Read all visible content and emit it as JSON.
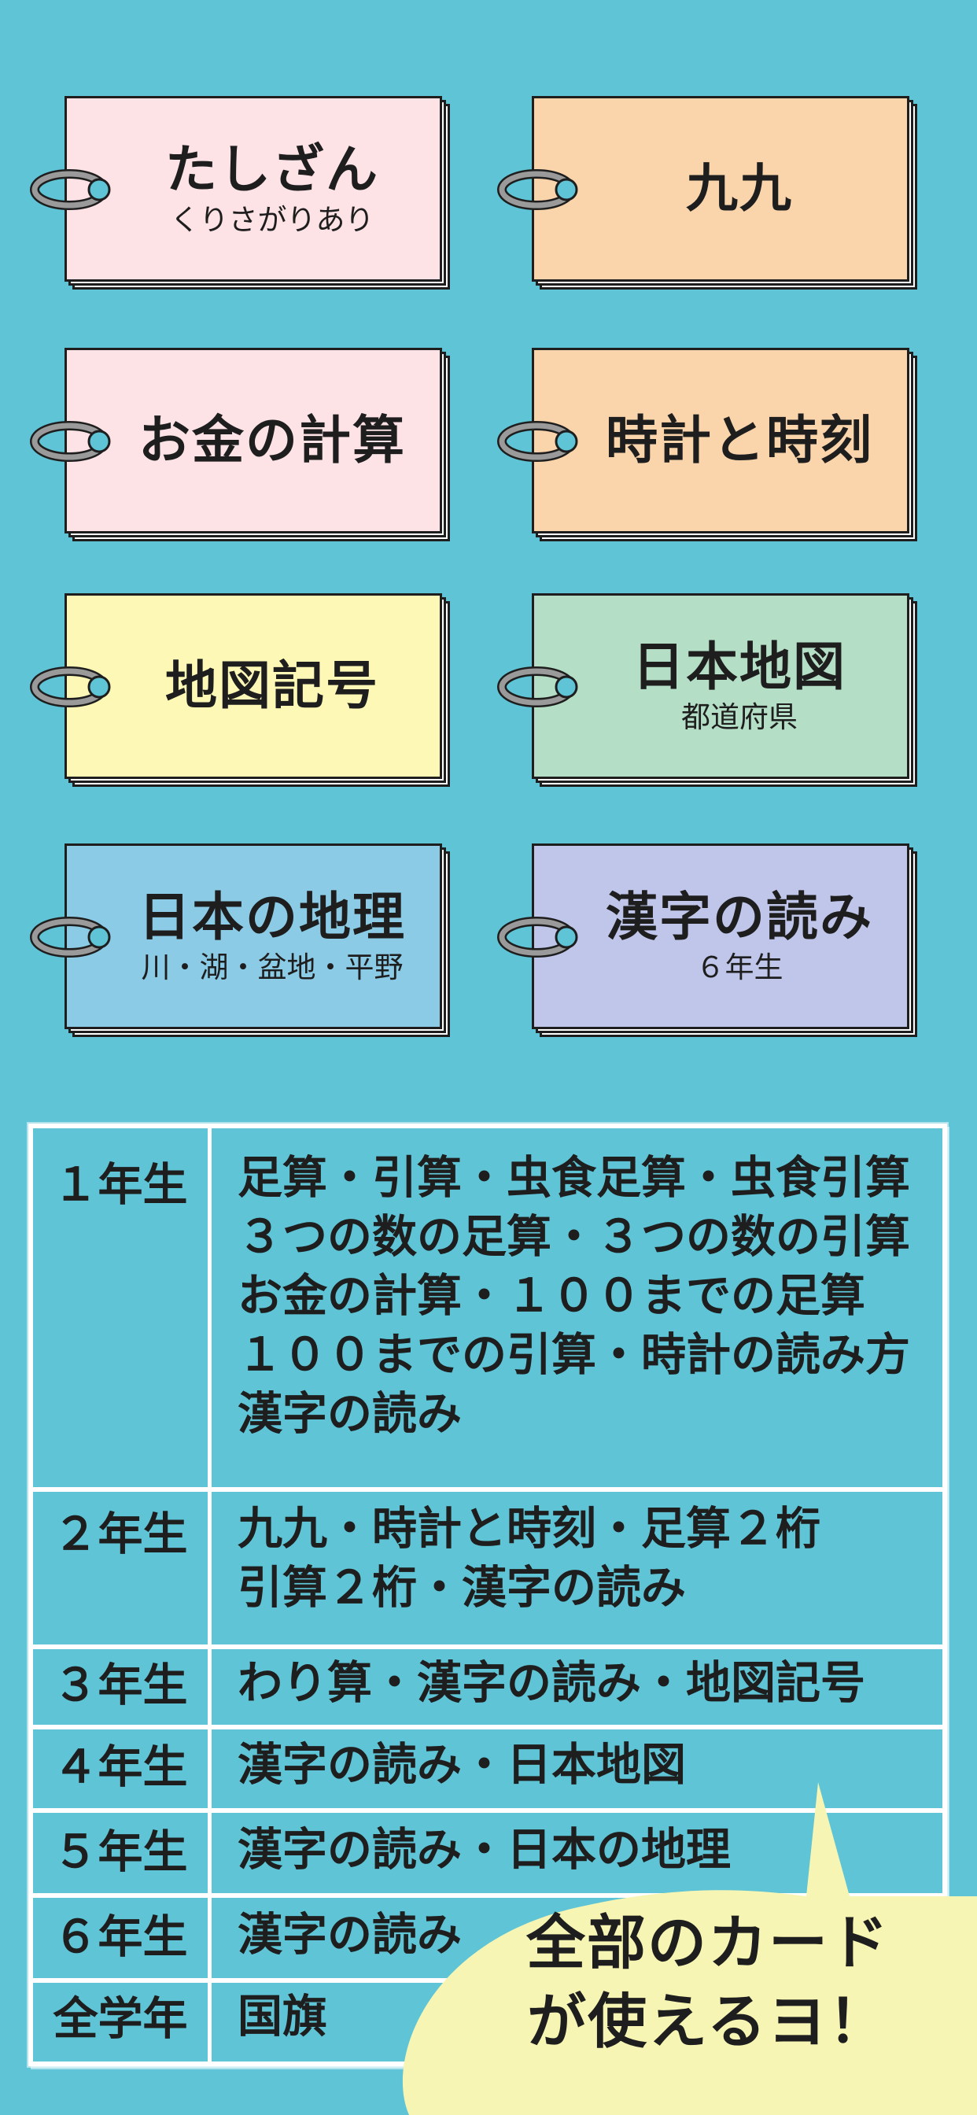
{
  "colors": {
    "background": "#5ec4d6",
    "pink": "#fde2e6",
    "orange": "#fad4aa",
    "yellow": "#fdf8b6",
    "green": "#b4dec5",
    "blue": "#8ccbe6",
    "lavender": "#c0c6ea",
    "bubble": "#f6f5b3"
  },
  "cards": [
    {
      "title": "たしざん",
      "sub": "くりさがりあり",
      "color": "pink"
    },
    {
      "title": "九九",
      "sub": "",
      "color": "orange"
    },
    {
      "title": "お金の計算",
      "sub": "",
      "color": "pink"
    },
    {
      "title": "時計と時刻",
      "sub": "",
      "color": "orange"
    },
    {
      "title": "地図記号",
      "sub": "",
      "color": "yellow"
    },
    {
      "title": "日本地図",
      "sub": "都道府県",
      "color": "green"
    },
    {
      "title": "日本の地理",
      "sub": "川・湖・盆地・平野",
      "color": "blue"
    },
    {
      "title": "漢字の読み",
      "sub": "６年生",
      "color": "lavender"
    }
  ],
  "table": {
    "rows": [
      {
        "grade": "１年生",
        "lines": [
          "足算・引算・虫食足算・虫食引算",
          "３つの数の足算・３つの数の引算",
          "お金の計算・１００までの足算",
          "１００までの引算・時計の読み方",
          "漢字の読み"
        ]
      },
      {
        "grade": "２年生",
        "lines": [
          "九九・時計と時刻・足算２桁",
          "引算２桁・漢字の読み"
        ]
      },
      {
        "grade": "３年生",
        "lines": [
          "わり算・漢字の読み・地図記号"
        ]
      },
      {
        "grade": "４年生",
        "lines": [
          "漢字の読み・日本地図"
        ]
      },
      {
        "grade": "５年生",
        "lines": [
          "漢字の読み・日本の地理"
        ]
      },
      {
        "grade": "６年生",
        "lines": [
          "漢字の読み"
        ]
      },
      {
        "grade": "全学年",
        "lines": [
          "国旗"
        ]
      }
    ]
  },
  "bubble": {
    "line1": "全部のカード",
    "line2": "が使えるヨ！"
  }
}
